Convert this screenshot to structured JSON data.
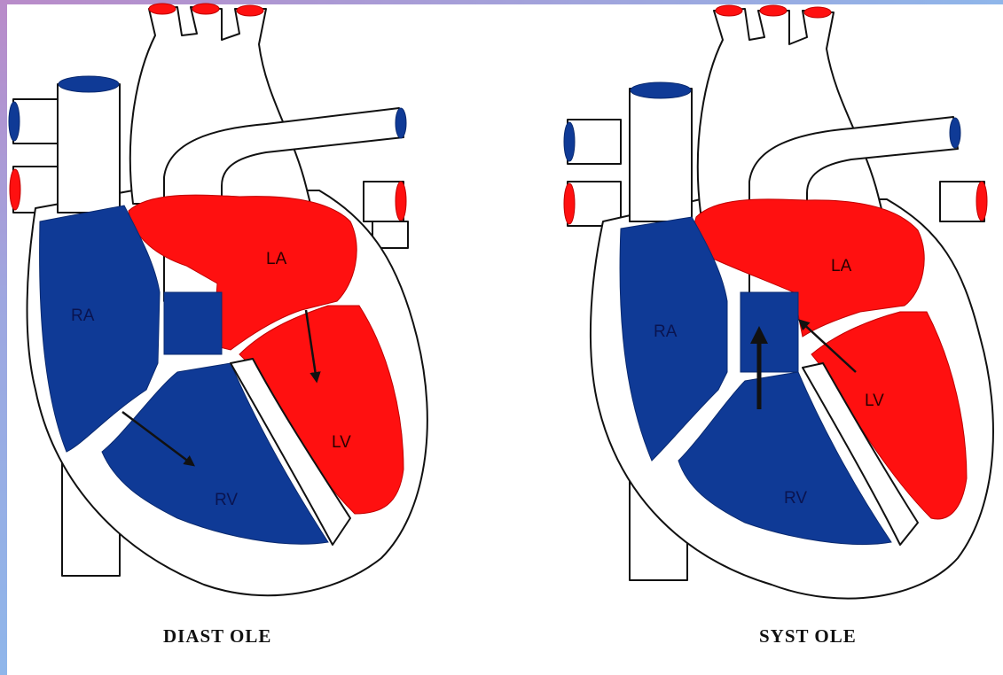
{
  "panels": [
    {
      "caption": "DIAST OLE",
      "labels": {
        "ra": "RA",
        "la": "LA",
        "rv": "RV",
        "lv": "LV"
      }
    },
    {
      "caption": "SYST OLE",
      "labels": {
        "ra": "RA",
        "la": "LA",
        "rv": "RV",
        "lv": "LV"
      }
    }
  ],
  "colors": {
    "deoxygenated": "#0f3a96",
    "oxygenated": "#ff1010",
    "frame": "#a7a2dd"
  }
}
